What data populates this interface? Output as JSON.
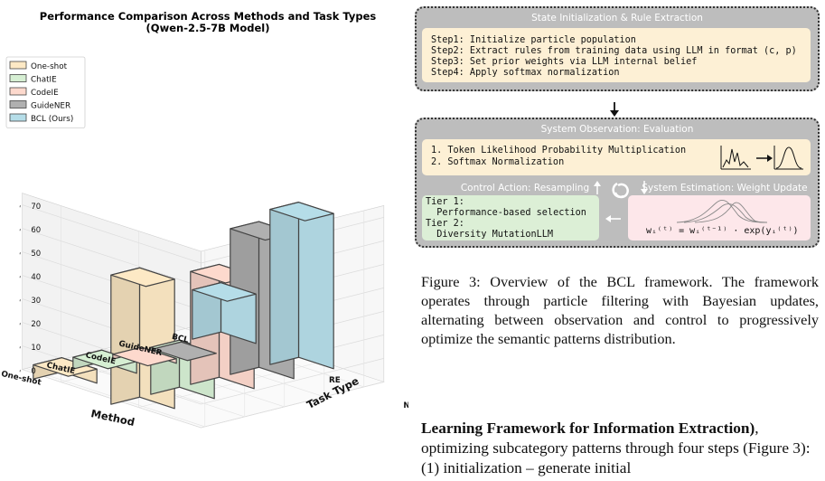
{
  "chart_data": {
    "type": "bar",
    "title": "Performance Comparison Across Methods and Task Types",
    "subtitle": "(Qwen-2.5-7B Model)",
    "xlabel": "Method",
    "ylabel": "Task Type",
    "methods": [
      "BCL",
      "GuideNER",
      "CodeIE",
      "ChatIE",
      "One-shot"
    ],
    "task_types": [
      "RE",
      "NER"
    ],
    "zticks": [
      0,
      10,
      20,
      30,
      40,
      50,
      60,
      70
    ],
    "zlim": [
      0,
      75
    ],
    "legend": [
      "One-shot",
      "ChatIE",
      "CodeIE",
      "GuideNER",
      "BCL (Ours)"
    ],
    "series": [
      {
        "name": "One-shot",
        "color": "#fde9c5",
        "values": {
          "RE": 6,
          "NER": 55
        }
      },
      {
        "name": "ChatIE",
        "color": "#d6efd3",
        "values": {
          "RE": 5,
          "NER": 20
        }
      },
      {
        "name": "CodeIE",
        "color": "#fdd9cd",
        "values": {
          "RE": 2,
          "NER": 48
        }
      },
      {
        "name": "GuideNER",
        "color": "#b0b0b0",
        "values": {
          "RE": 0,
          "NER": 62
        }
      },
      {
        "name": "BCL (Ours)",
        "color": "#b5dde8",
        "values": {
          "RE": 21,
          "NER": 66
        }
      }
    ]
  },
  "diagram": {
    "panel1_title": "State Initialization & Rule Extraction",
    "steps": [
      "Step1: Initialize particle population",
      "Step2: Extract rules from training data using LLM in format (c, p)",
      "Step3: Set prior weights via LLM internal belief",
      "Step4: Apply softmax normalization"
    ],
    "panel2_title": "System Observation: Evaluation",
    "observations": [
      "1. Token Likelihood Probability Multiplication",
      "2. Softmax Normalization"
    ],
    "control_title": "Control Action: Resampling",
    "estimation_title": "System Estimation: Weight Update",
    "tiers": [
      "Tier 1:",
      "  Performance-based selection",
      "Tier 2:",
      "  Diversity MutationLLM"
    ],
    "formula": "wᵢ⁽ᵗ⁾ = wᵢ⁽ᵗ⁻¹⁾ · exp(yᵢ⁽ᵗ⁾)"
  },
  "caption": "Figure 3: Overview of the BCL framework. The framework operates through particle filtering with Bayesian updates, alternating between observation and control to progressively optimize the semantic patterns distribution.",
  "heading_bold": "Learning Framework for Information Extraction)",
  "heading_rest": ", optimizing subcategory patterns through four steps (Figure 3): (1) initialization – generate initial"
}
